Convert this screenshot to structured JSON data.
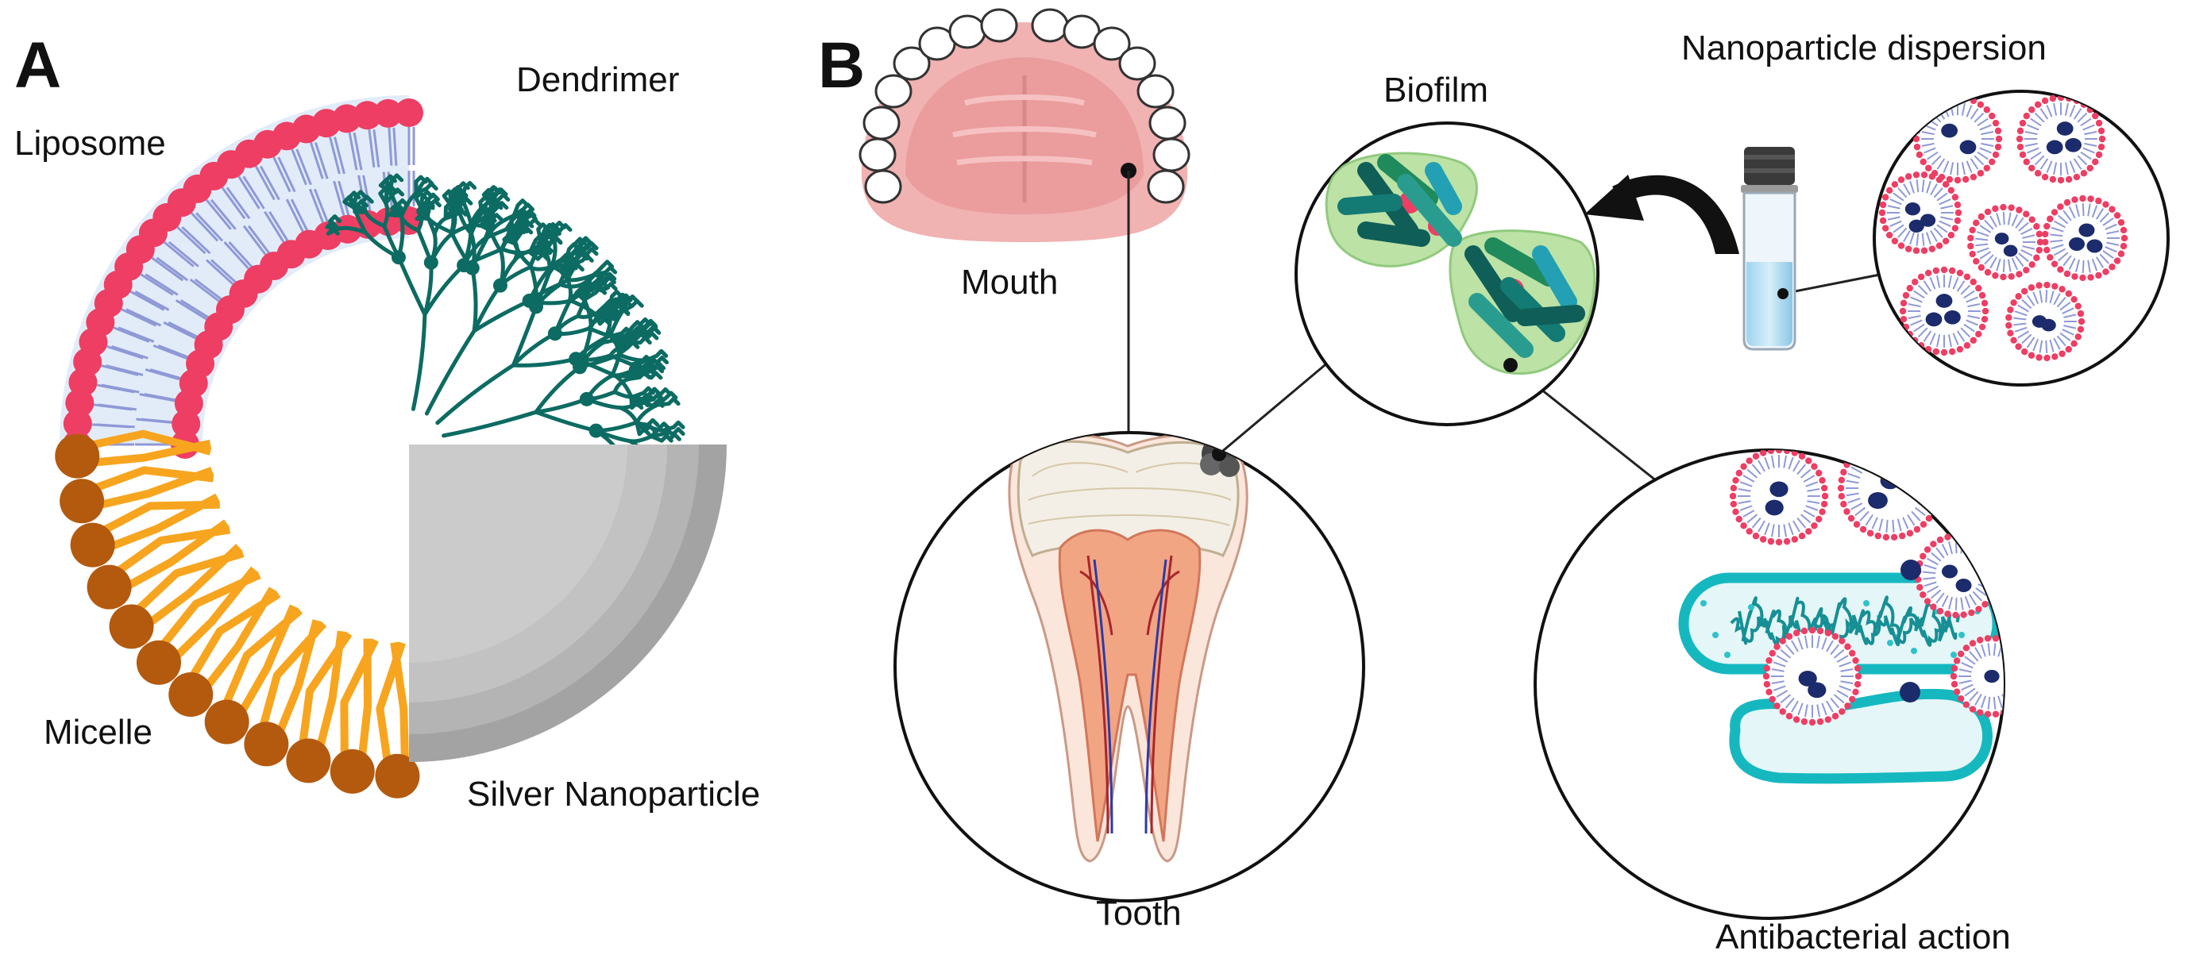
{
  "panel_a": {
    "letter": "A",
    "liposome": "Liposome",
    "dendrimer": "Dendrimer",
    "micelle": "Micelle",
    "silver": "Silver Nanoparticle"
  },
  "panel_b": {
    "letter": "B",
    "mouth": "Mouth",
    "biofilm": "Biofilm",
    "dispersion": "Nanoparticle dispersion",
    "tooth": "Tooth",
    "antibacterial": "Antibacterial action"
  },
  "colors": {
    "head_red": "#ee3e63",
    "lipid_blue": "#8f99d6",
    "membrane_fill": "#dfeaf8",
    "micelle_head": "#b35a0f",
    "micelle_tail": "#f7a51f",
    "dendrimer": "#0c6b62",
    "silver_light": "#d2d2d2",
    "silver_dark": "#9c9c9c",
    "gum": "#ef9a9a",
    "bacteria_teal": "#16b8c0",
    "np_core": "#1c2b6b",
    "biofilm_green": "#a6d88a"
  }
}
